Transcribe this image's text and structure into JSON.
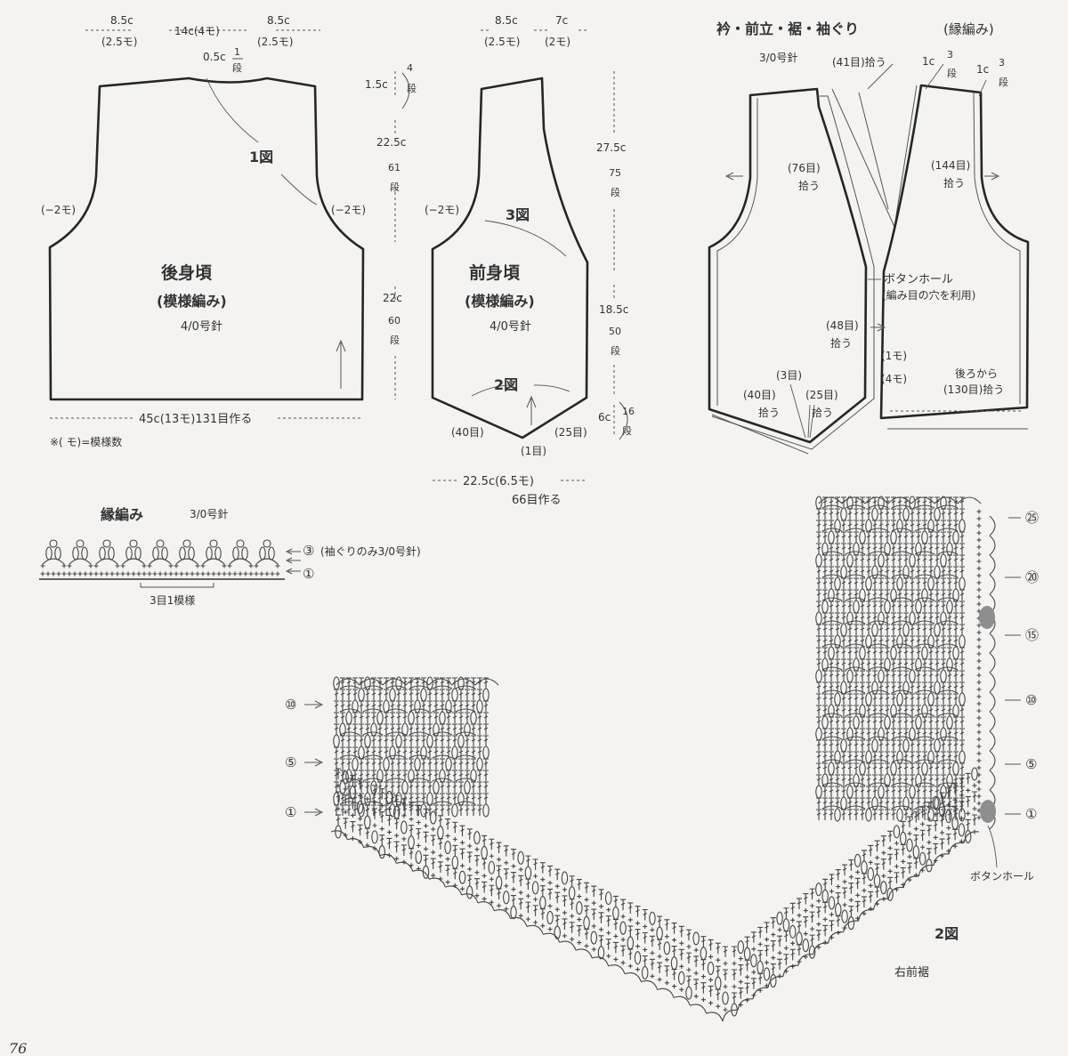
{
  "back": {
    "top_left": "8.5c",
    "top_left_paren": "(2.5モ)",
    "top_mid": "14c(4モ)",
    "top_right": "8.5c",
    "top_right_paren": "(2.5モ)",
    "neck_drop": "0.5c",
    "neck_rows": "1",
    "neck_rows_unit": "段",
    "fig1": "1図",
    "side_left": "(−2モ)",
    "side_right": "(−2モ)",
    "title": "後身頃",
    "subtitle": "(模様編み)",
    "needle": "4/0号針",
    "bottom": "45c(13モ)131目作る",
    "note": "※( モ)=模様数"
  },
  "dims": {
    "v1": "1.5c",
    "v1_rows": "4",
    "v1_unit": "段",
    "v2": "22.5c",
    "v2_rows": "61",
    "v2_unit": "段",
    "v3": "22c",
    "v3_rows": "60",
    "v3_unit": "段"
  },
  "front": {
    "top_left": "8.5c",
    "top_left_paren": "(2.5モ)",
    "top_right": "7c",
    "top_right_paren": "(2モ)",
    "side_left": "(−2モ)",
    "fig3": "3図",
    "title": "前身頃",
    "subtitle": "(模様編み)",
    "needle": "4/0号針",
    "fig2": "2図",
    "st_left": "(40目)",
    "st_mid": "(1目)",
    "st_right": "(25目)",
    "bottom": "22.5c(6.5モ)",
    "bottom2": "66目作る",
    "r1": "27.5c",
    "r1_rows": "75",
    "r1_unit": "段",
    "r2": "18.5c",
    "r2_rows": "50",
    "r2_unit": "段",
    "r3": "6c",
    "r3_rows": "16",
    "r3_unit": "段"
  },
  "finish": {
    "title": "衿・前立・裾・袖ぐり",
    "title_paren": "(縁編み)",
    "needle": "3/0号針",
    "pick41": "(41目)拾う",
    "c1a": "1c",
    "c1a_rows": "3",
    "c1a_unit": "段",
    "c1b": "1c",
    "c1b_rows": "3",
    "c1b_unit": "段",
    "pick76": "(76目)",
    "pick76b": "拾う",
    "pick144": "(144目)",
    "pick144b": "拾う",
    "buttonhole": "ボタンホール",
    "buttonhole_note": "(編み目の穴を利用)",
    "pick48": "(48目)",
    "pick48b": "拾う",
    "m1": "(1モ)",
    "m4": "(4モ)",
    "from_back": "後ろから",
    "pick130": "(130目)拾う",
    "st3": "(3目)",
    "pick40": "(40目)",
    "pick40b": "拾う",
    "pick25": "(25目)",
    "pick25b": "拾う"
  },
  "edge": {
    "title": "縁編み",
    "needle": "3/0号針",
    "row3": "③",
    "row3_note": "(袖ぐりのみ3/0号針)",
    "row1": "①",
    "repeat": "3目1模様"
  },
  "hem": {
    "row25": "㉕",
    "row20": "⑳",
    "row15": "⑮",
    "row10r": "⑩",
    "row5r": "⑤",
    "row1r": "①",
    "row10l": "⑩",
    "row5l": "⑤",
    "row1l": "①",
    "buttonhole": "ボタンホール",
    "fig": "2図",
    "caption": "右前裾"
  },
  "page_number": "76"
}
